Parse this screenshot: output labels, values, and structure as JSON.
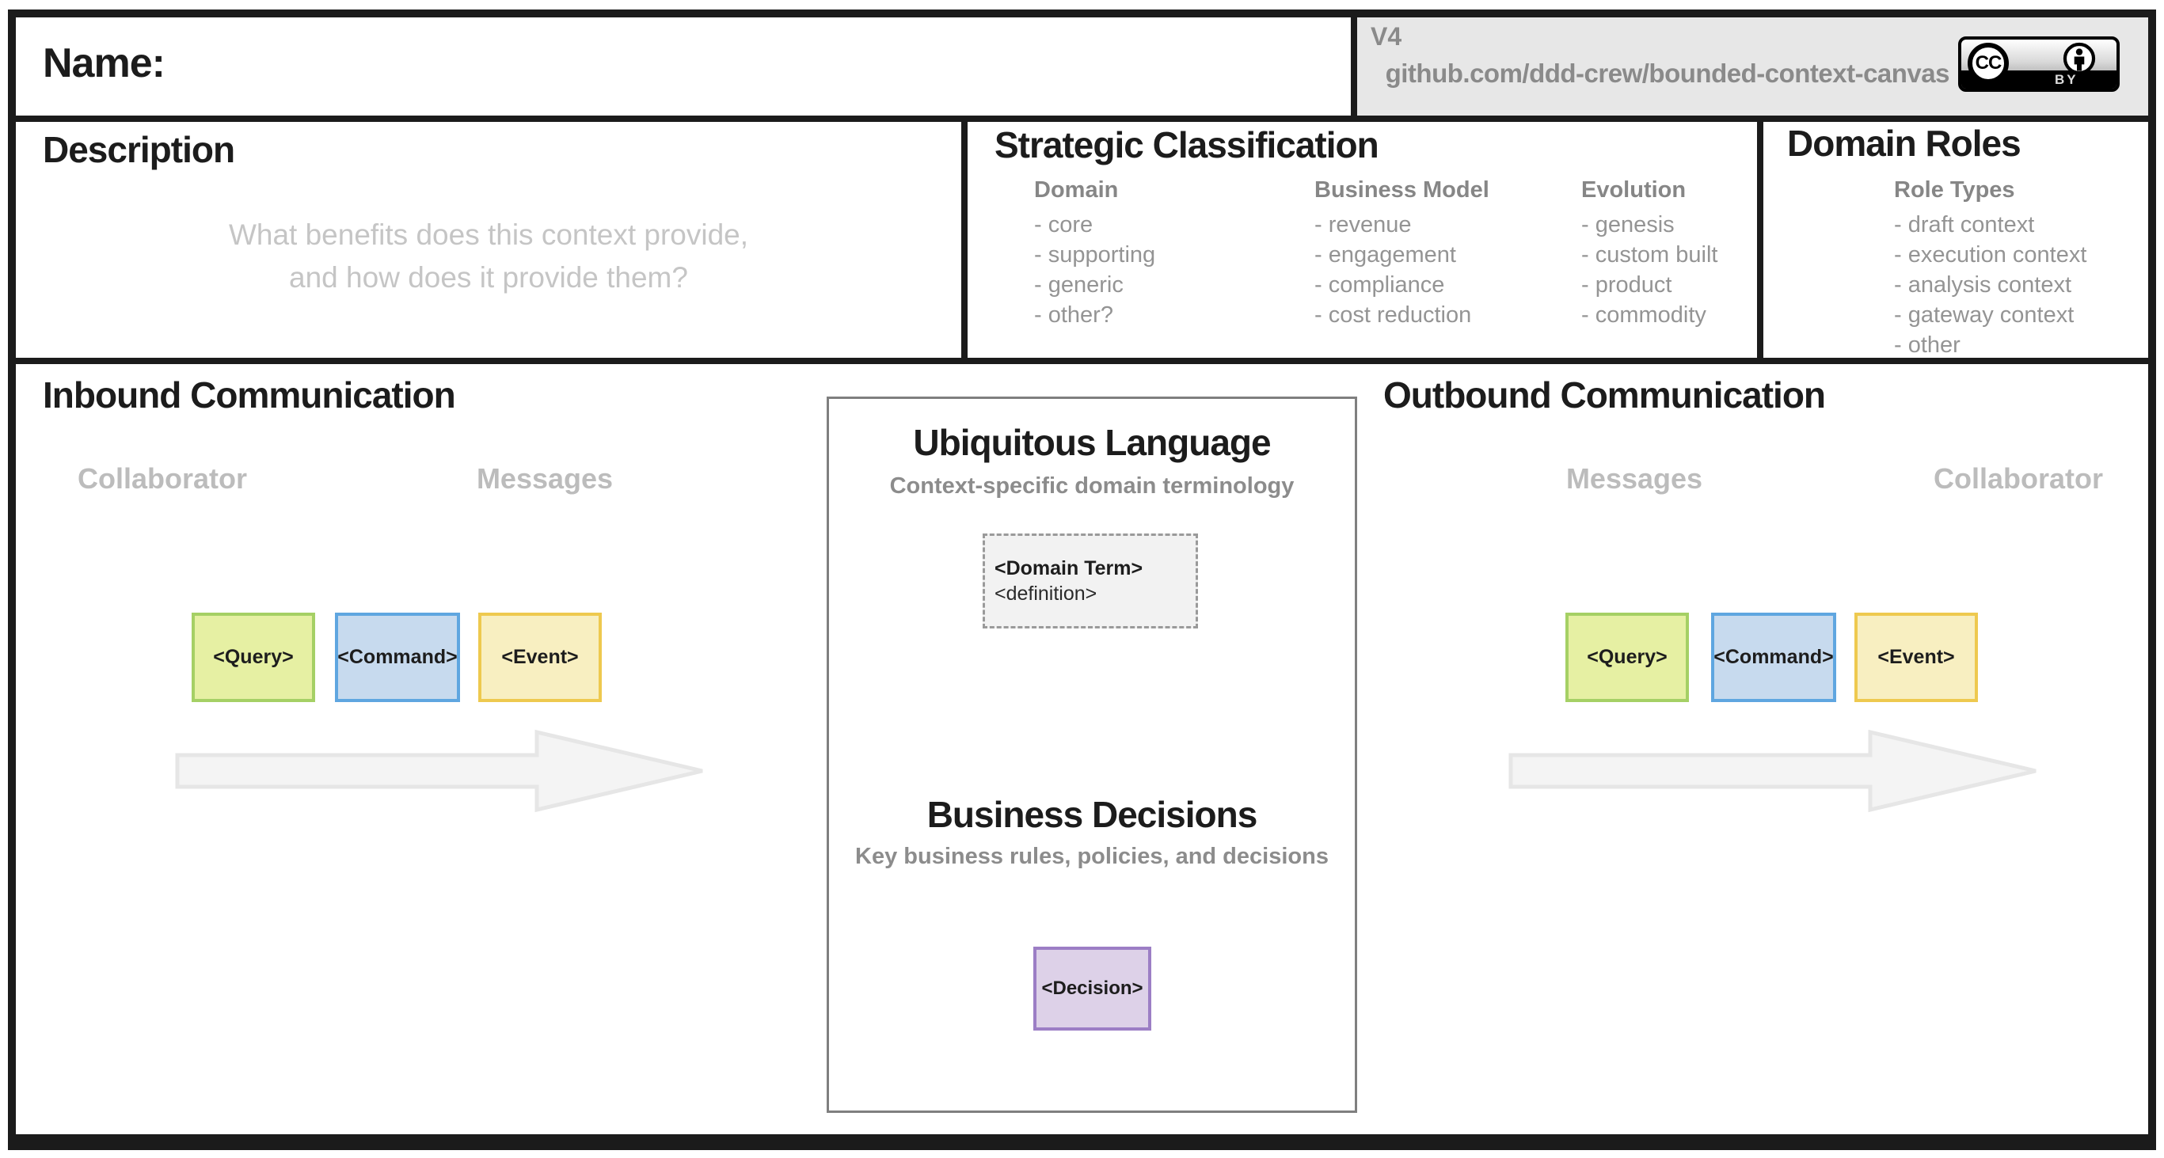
{
  "header": {
    "name_label": "Name:",
    "version": "V4",
    "repo_url": "github.com/ddd-crew/bounded-context-canvas",
    "license": {
      "cc": "CC",
      "by": "BY"
    }
  },
  "description": {
    "title": "Description",
    "placeholder_line1": "What benefits does this context provide,",
    "placeholder_line2": "and how does it provide them?"
  },
  "strategic_classification": {
    "title": "Strategic Classification",
    "columns": [
      {
        "label": "Domain",
        "items": [
          "- core",
          "- supporting",
          "- generic",
          "- other?"
        ]
      },
      {
        "label": "Business Model",
        "items": [
          "- revenue",
          "- engagement",
          "- compliance",
          "- cost reduction"
        ]
      },
      {
        "label": "Evolution",
        "items": [
          "- genesis",
          "- custom built",
          "- product",
          "- commodity"
        ]
      }
    ]
  },
  "domain_roles": {
    "title": "Domain Roles",
    "subtitle": "Role Types",
    "items": [
      "- draft context",
      "- execution context",
      "- analysis context",
      "- gateway context",
      "- other"
    ]
  },
  "inbound": {
    "title": "Inbound Communication",
    "left_label": "Collaborator",
    "right_label": "Messages",
    "cards": [
      {
        "label": "<Query>"
      },
      {
        "label": "<Command>"
      },
      {
        "label": "<Event>"
      }
    ]
  },
  "outbound": {
    "title": "Outbound Communication",
    "left_label": "Messages",
    "right_label": "Collaborator",
    "cards": [
      {
        "label": "<Query>"
      },
      {
        "label": "<Command>"
      },
      {
        "label": "<Event>"
      }
    ]
  },
  "ubiquitous_language": {
    "title": "Ubiquitous Language",
    "subtitle": "Context-specific domain terminology",
    "term_card": {
      "term": "<Domain Term>",
      "definition": "<definition>"
    }
  },
  "business_decisions": {
    "title": "Business Decisions",
    "subtitle": "Key business rules, policies, and decisions",
    "decision_card": {
      "label": "<Decision>"
    }
  },
  "colors": {
    "frame": "#1b1b1b",
    "version_box_bg": "#e7e7e7",
    "muted_text": "#8a8a8a",
    "faint_text": "#c5c5c5",
    "panel_border": "#7f7f7f",
    "query_fill": "#e6f0a3",
    "query_border": "#a5d065",
    "command_fill": "#c7daee",
    "command_border": "#5fa6e0",
    "event_fill": "#f8efc1",
    "event_border": "#eec94f",
    "decision_fill": "#ddd1e8",
    "decision_border": "#9c7ec5",
    "arrow_fill": "#f4f4f4",
    "arrow_stroke": "#e6e6e6"
  }
}
